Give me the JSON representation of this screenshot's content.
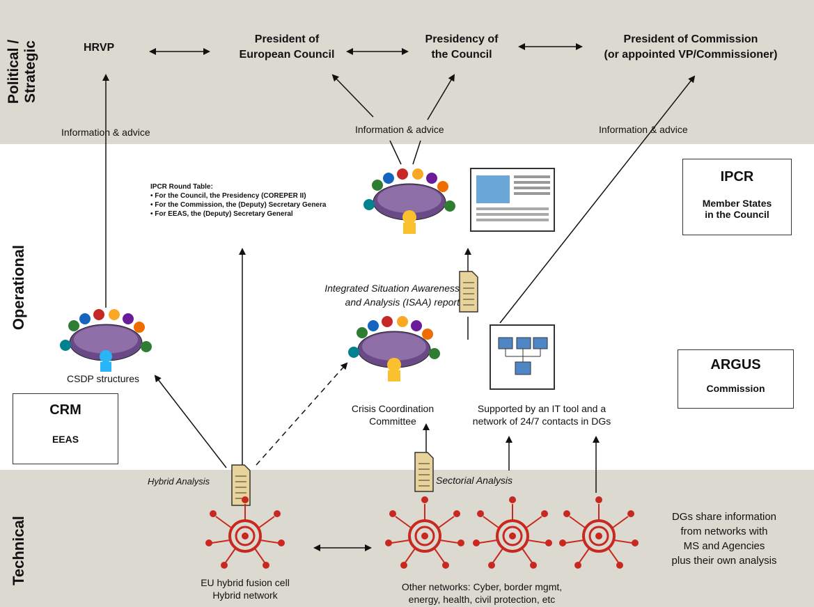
{
  "bands": {
    "political_label_line1": "Political /",
    "political_label_line2": "Strategic",
    "operational_label": "Operational",
    "technical_label": "Technical"
  },
  "political": {
    "hrvp": "HRVP",
    "pec_line1": "President of",
    "pec_line2": "European Council",
    "poc_line1": "Presidency of",
    "poc_line2": "the Council",
    "pcom_line1": "President of Commission",
    "pcom_line2": "(or appointed VP/Commissioner)",
    "info_advice_1": "Information & advice",
    "info_advice_2": "Information & advice",
    "info_advice_3": "Information & advice"
  },
  "operational": {
    "round_table_title": "IPCR Round Table:",
    "round_table_items": [
      "• For the Council, the Presidency  (COREPER II)",
      "• For the Commission, the (Deputy) Secretary Genera",
      "• For EEAS, the (Deputy) Secretary General"
    ],
    "ipcr_title": "IPCR",
    "ipcr_sub_line1": "Member States",
    "ipcr_sub_line2": "in the Council",
    "isaa_line1": "Integrated Situation Awareness",
    "isaa_line2": "and Analysis (ISAA) report",
    "csdp": "CSDP structures",
    "crm_title": "CRM",
    "crm_sub": "EEAS",
    "argus_title": "ARGUS",
    "argus_sub": "Commission",
    "ccc_line1": "Crisis Coordination",
    "ccc_line2": "Committee",
    "it_line1": "Supported by an IT tool and a",
    "it_line2": "network of 24/7 contacts in DGs"
  },
  "technical": {
    "hybrid_analysis": "Hybrid Analysis",
    "sectorial_analysis": "Sectorial Analysis",
    "fusion_line1": "EU hybrid fusion cell",
    "fusion_line2": "Hybrid network",
    "other_line1": "Other networks: Cyber, border mgmt,",
    "other_line2": "energy, health, civil protection, etc",
    "dgs_line1": "DGs share information",
    "dgs_line2": "from networks with",
    "dgs_line3": "MS and Agencies",
    "dgs_line4": "plus their own analysis"
  },
  "colors": {
    "band": "#dcdad0",
    "document": "#e8d49a",
    "network_red": "#c8281e",
    "table": "#7a5a8a"
  }
}
